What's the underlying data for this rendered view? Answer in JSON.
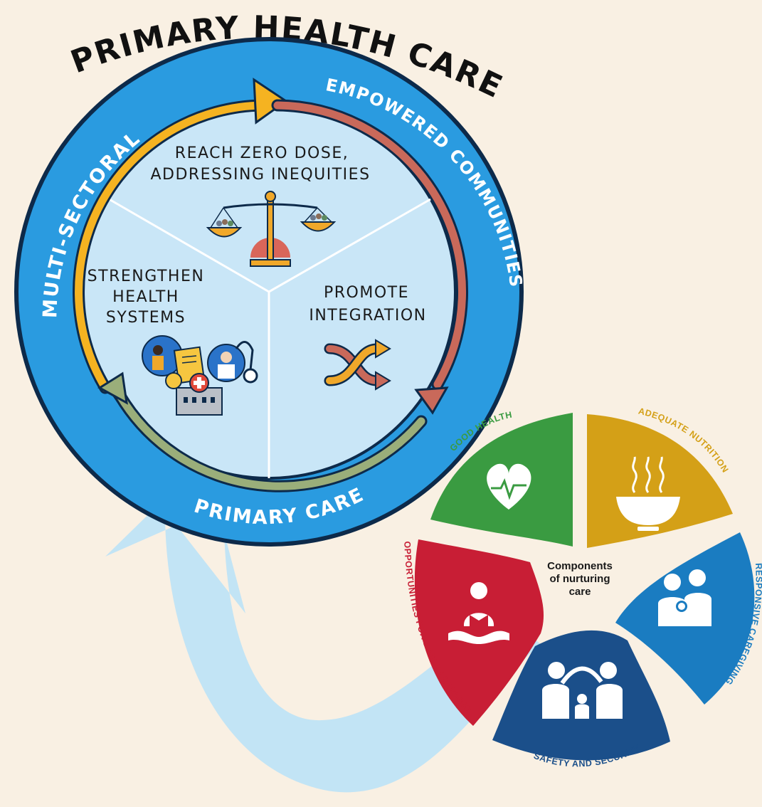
{
  "phc": {
    "title": "PRIMARY HEALTH CARE",
    "ring_labels": {
      "left": "MULTI-SECTORAL",
      "top_right": "EMPOWERED COMMUNITIES",
      "bottom": "PRIMARY CARE"
    },
    "segments": {
      "top": {
        "line1": "REACH ZERO DOSE,",
        "line2": "ADDRESSING INEQUITIES"
      },
      "left": {
        "line1": "STRENGTHEN",
        "line2": "HEALTH",
        "line3": "SYSTEMS"
      },
      "right": {
        "line1": "PROMOTE",
        "line2": "INTEGRATION"
      }
    }
  },
  "nurturing_care": {
    "center": {
      "line1": "Components",
      "line2": "of nurturing",
      "line3": "care"
    },
    "components": [
      {
        "label": "GOOD HEALTH",
        "color": "#3a9b41",
        "icon": "heart-pulse-icon"
      },
      {
        "label": "ADEQUATE NUTRITION",
        "color": "#d4a017",
        "icon": "soup-bowl-icon"
      },
      {
        "label": "RESPONSIVE CAREGIVING",
        "color": "#1a7cc1",
        "icon": "parent-child-icon"
      },
      {
        "label": "SAFETY AND SECURITY",
        "color": "#1b4f8a",
        "icon": "family-shelter-icon"
      },
      {
        "label": "OPPORTUNITIES FOR EARLY LEARNING",
        "color": "#c81e35",
        "icon": "child-reading-icon"
      }
    ]
  },
  "colors": {
    "background": "#f9f0e3",
    "ring_blue": "#2a9be0",
    "inner_blue": "#c9e6f7",
    "arrow_yellow": "#f5b321",
    "arrow_red": "#c9695a",
    "arrow_green": "#9aae7a",
    "connector_arrow": "#bfe3f5"
  }
}
